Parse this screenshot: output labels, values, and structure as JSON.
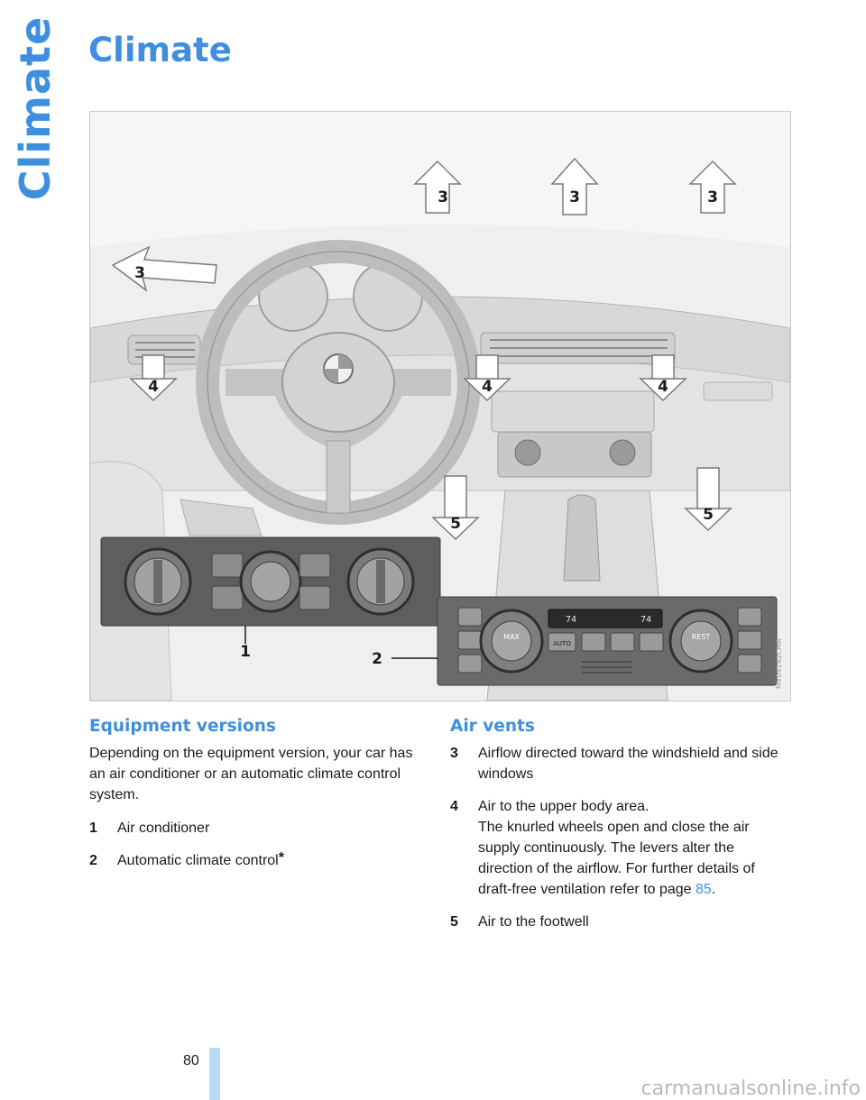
{
  "side_tab": "Climate",
  "title": "Climate",
  "figure": {
    "callouts": [
      "3",
      "3",
      "3",
      "3",
      "4",
      "4",
      "4",
      "5",
      "5",
      "1",
      "2"
    ],
    "panel1": {
      "knob_left": "",
      "knob_right": ""
    },
    "panel2": {
      "max_label": "MAX",
      "auto_label": "AUTO",
      "rest_label": "REST",
      "temp_left": "74",
      "temp_right": "74"
    },
    "code": "MV04142CMA"
  },
  "equipment": {
    "heading": "Equipment versions",
    "intro": "Depending on the equipment version, your car has an air conditioner or an automatic climate control system.",
    "items": [
      {
        "num": "1",
        "text": "Air conditioner"
      },
      {
        "num": "2",
        "text": "Automatic climate control",
        "star": "*"
      }
    ]
  },
  "vents": {
    "heading": "Air vents",
    "items": [
      {
        "num": "3",
        "text": "Airflow directed toward the windshield and side windows"
      },
      {
        "num": "4",
        "line1": "Air to the upper body area.",
        "line2_pre": "The knurled wheels open and close the air supply continuously. The levers alter the direction of the airflow. For further details of draft-free ventilation refer to page ",
        "page_ref": "85",
        "line2_post": "."
      },
      {
        "num": "5",
        "text": "Air to the footwell"
      }
    ]
  },
  "page_number": "80",
  "watermark": "carmanualsonline.info",
  "colors": {
    "accent": "#3f8fe0",
    "footer_bar": "#b8dcf6"
  }
}
